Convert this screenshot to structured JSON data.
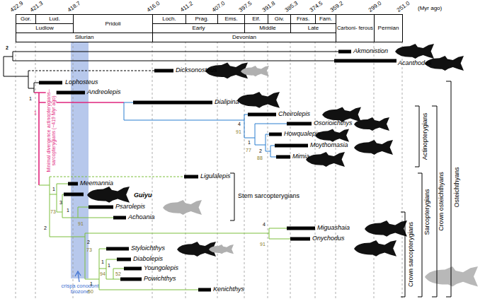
{
  "diagram": {
    "nodes": [
      {
        "text": [
          "Gor."
        ]
      },
      {
        "text": [
          "Lud."
        ]
      },
      {
        "text": [
          "Loch."
        ]
      },
      {
        "text": [
          "Prag."
        ]
      },
      {
        "text": [
          "Ems."
        ]
      },
      {
        "text": [
          "Eif."
        ]
      },
      {
        "text": [
          "Giv."
        ]
      },
      {
        "text": [
          "Fras."
        ]
      },
      {
        "text": [
          "Fam."
        ]
      },
      {
        "text": [
          "Carboni- ferous"
        ]
      },
      {
        "text": [
          "Permian"
        ]
      },
      {
        "text": [
          "Ludlow"
        ]
      },
      {
        "text": [
          "Pridoli"
        ]
      },
      {
        "text": [
          "Early"
        ]
      },
      {
        "text": [
          "Middle"
        ]
      },
      {
        "text": [
          "Late"
        ]
      },
      {
        "text": [
          "Silurian"
        ]
      },
      {
        "text": [
          "Devonian"
        ]
      }
    ],
    "labels": [
      "422.9",
      "421.3",
      "418.7",
      "416.0",
      "411.2",
      "407.0",
      "397.5",
      "391.8",
      "385.3",
      "374.5",
      "359.2",
      "299.0",
      "251.0",
      "(Myr ago)",
      "Akmonistion",
      "Acanthodes",
      "Dicksonosteus",
      "Lophosteus",
      "Andreolepis",
      "Dialipina",
      "Cheirolepis",
      "Osorioichthys",
      "Howqualepis",
      "Moythomasia",
      "Mimia",
      "Ligulalepis",
      "Meemannia",
      "Guiyu",
      "Psarolepis",
      "Achoania",
      "Miguashaia",
      "Onychodus",
      "Styloichthys",
      "Diabolepis",
      "Youngolepis",
      "Powichthys",
      "Kenichthys",
      "Actinopterygians",
      "Sarcopterygians",
      "Crown sarcopterygians",
      "Crown osteichthyans",
      "Osteichthyans",
      "Stem sarcopterygians",
      "Minimal divergence actinopterygians–sarcopterygians (~419 Myr ago)",
      "crispa conodont biozone",
      "2",
      "1",
      "1",
      "4",
      "91",
      "1",
      "77",
      "2",
      "88",
      "1",
      "3",
      "73",
      "1",
      "91",
      "2",
      "4",
      "91",
      "2",
      "73",
      "1",
      "94",
      "1",
      "52",
      "1",
      "50"
    ]
  }
}
